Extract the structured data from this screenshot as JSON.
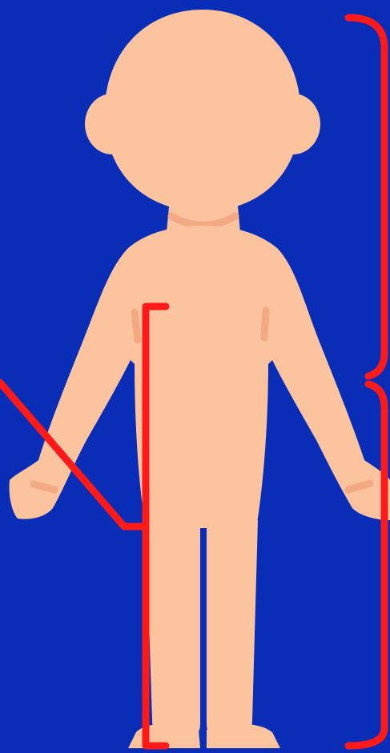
{
  "colors": {
    "background": "#0a2db8",
    "skin": "#fcc39f",
    "skin_shade": "#f3a981",
    "annotation": "#ff1a1a"
  },
  "figure": {
    "subject": "child-body-front-view",
    "icon": "human-figure-icon"
  },
  "annotations": [
    {
      "name": "right-bracket-upper",
      "shape": "bracket"
    },
    {
      "name": "right-bracket-lower",
      "shape": "bracket"
    },
    {
      "name": "torso-leg-bracket",
      "shape": "bracket"
    },
    {
      "name": "pointer-line",
      "shape": "line"
    }
  ]
}
